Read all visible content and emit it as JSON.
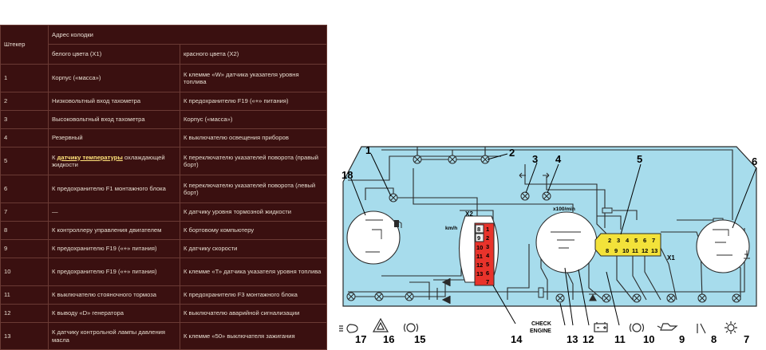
{
  "table": {
    "header_pin": "Штекер",
    "header_address": "Адрес колодки",
    "header_x1": "белого цвета (X1)",
    "header_x2": "красного цвета (X2)",
    "rows": [
      {
        "n": "1",
        "x1": "Корпус («масса»)",
        "x2": "К клемме «W» датчика указателя уровня топлива"
      },
      {
        "n": "2",
        "x1": "Низковольтный вход тахометра",
        "x2": "К предохранителю F19 («+» питания)"
      },
      {
        "n": "3",
        "x1": "Высоковольтный вход тахометра",
        "x2": "Корпус («масса»)"
      },
      {
        "n": "4",
        "x1": "Резервный",
        "x2": "К выключателю освещения приборов"
      },
      {
        "n": "5",
        "x1_pre": "К ",
        "x1_link": "датчику температуры",
        "x1_post": " охлаждающей жидкости",
        "x2": "К переключателю указателей поворота (правый борт)"
      },
      {
        "n": "6",
        "x1": "К предохранителю F1 монтажного блока",
        "x2": "К переключателю указателей поворота (левый борт)"
      },
      {
        "n": "7",
        "x1": "—",
        "x2": "К датчику уровня тормозной жидкости"
      },
      {
        "n": "8",
        "x1": "К контроллеру управления двигателем",
        "x2": "К бортовому компьютеру"
      },
      {
        "n": "9",
        "x1": "К предохранителю F19 («+» питания)",
        "x2": "К датчику скорости"
      },
      {
        "n": "10",
        "x1": "К предохранителю F19 («+» питания)",
        "x2": "К клемме «Т» датчика указателя уровня топлива"
      },
      {
        "n": "11",
        "x1": "К выключателю стояночного тормоза",
        "x2": "К предохранителю F3 монтажного блока"
      },
      {
        "n": "12",
        "x1": "К выводу «D» генератора",
        "x2": "К выключателю аварийной сигнализации"
      },
      {
        "n": "13",
        "x1": "К датчику контрольной лампы давления масла",
        "x2": "К клемме «50» выключателя зажигания"
      }
    ]
  },
  "diagram": {
    "colors": {
      "panel": "#a7dcec",
      "wire": "#2a2a2a",
      "connector_x2": "#e8332b",
      "connector_x1": "#f3e23a"
    },
    "x2_label": "X2",
    "x1_label": "X1",
    "speedo_unit": "km/h",
    "tacho_unit": "x100/min",
    "check_engine": [
      "CHECK",
      "ENGINE"
    ],
    "x2_pins": [
      "8",
      "9",
      "10",
      "11",
      "12",
      "13",
      "1",
      "2",
      "3",
      "4",
      "5",
      "6",
      "7"
    ],
    "x1_pins_top": [
      "2",
      "3",
      "4",
      "5",
      "6",
      "7"
    ],
    "x1_pins_bottom": [
      "8",
      "9",
      "10",
      "11",
      "12",
      "13"
    ],
    "callouts": {
      "c1": "1",
      "c2": "2",
      "c3": "3",
      "c4": "4",
      "c5": "5",
      "c6": "6",
      "c7": "7",
      "c8": "8",
      "c9": "9",
      "c10": "10",
      "c11": "11",
      "c12": "12",
      "c13": "13",
      "c14": "14",
      "c15": "15",
      "c16": "16",
      "c17": "17",
      "c18": "18"
    },
    "icons": [
      "headlight-icon",
      "hazard-triangle-icon",
      "brake-circle-icon",
      "battery-icon",
      "parking-brake-icon",
      "oil-can-icon",
      "seatbelt-icon",
      "sun-lamp-icon",
      "fuel-pump-icon",
      "coolant-temp-icon",
      "turn-left-arrow-icon",
      "turn-right-arrow-icon"
    ]
  }
}
